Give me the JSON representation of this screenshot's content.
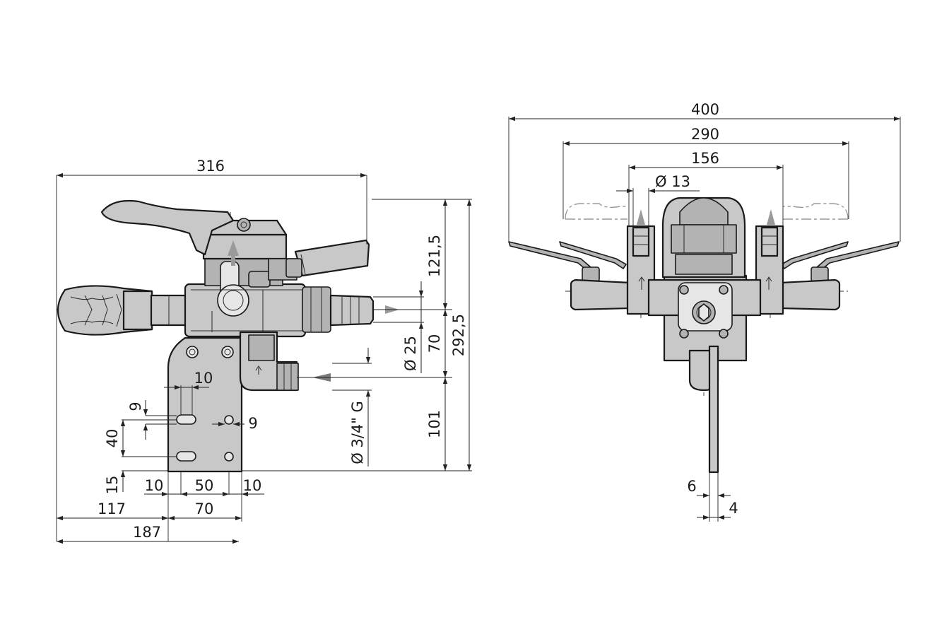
{
  "side_view": {
    "dimensions": {
      "width_total": "316",
      "height_top": "121,5",
      "height_total": "292,5",
      "inlet_offset": "70",
      "outlet_diameter": "Ø 25",
      "bracket_height": "101",
      "inlet_thread": "Ø 3/4\" G",
      "slot_spacing_h": "10",
      "slot_width": "9",
      "hole_diameter": "9",
      "slot_spacing_v": "40",
      "bottom_offset": "15",
      "bracket_left_margin": "10",
      "hole_pitch": "50",
      "bracket_right_margin": "10",
      "left_overhang": "117",
      "bracket_width": "70",
      "base_length": "187"
    }
  },
  "front_view": {
    "dimensions": {
      "outer_width": "400",
      "mid_width": "290",
      "inner_width": "156",
      "hose_diameter": "Ø 13",
      "plate_gap": "6",
      "plate_thickness": "4"
    }
  }
}
